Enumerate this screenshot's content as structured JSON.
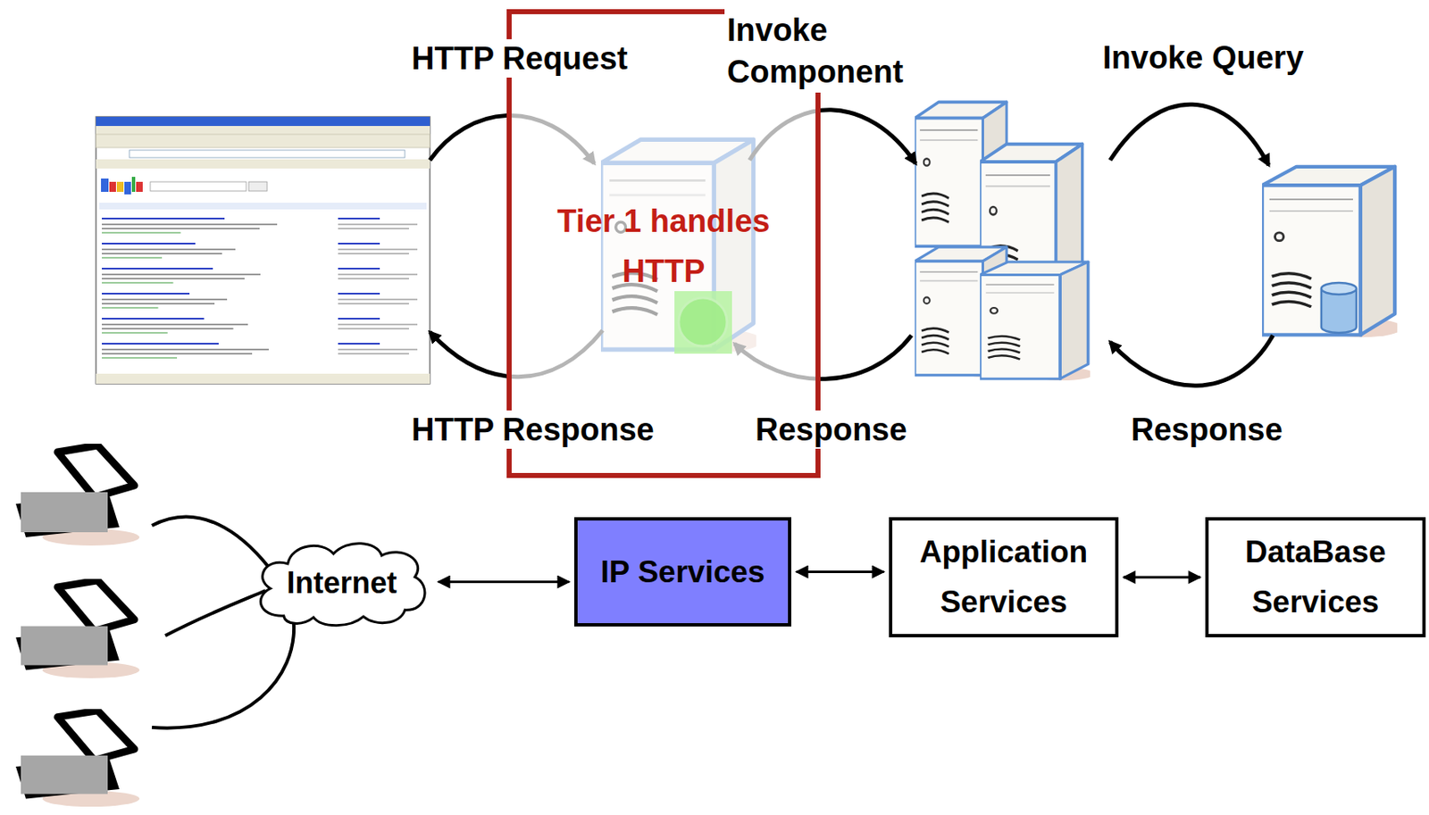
{
  "diagram": {
    "nodes": [
      {
        "text": [
          "Tier 1 handles HTTP"
        ]
      },
      {
        "text": [
          "Internet"
        ]
      },
      {
        "text": [
          "IP Services"
        ]
      },
      {
        "text": [
          "Application Services"
        ]
      },
      {
        "text": [
          "DataBase Services"
        ]
      }
    ],
    "edges": [
      {
        "from": 1,
        "to": 2,
        "arrow": "both"
      },
      {
        "from": 2,
        "to": 3,
        "arrow": "both"
      },
      {
        "from": 3,
        "to": 4,
        "arrow": "both"
      }
    ],
    "labels": [
      "HTTP Request",
      "Invoke Component",
      "Invoke Query",
      "HTTP Response",
      "Response",
      "Response"
    ]
  }
}
